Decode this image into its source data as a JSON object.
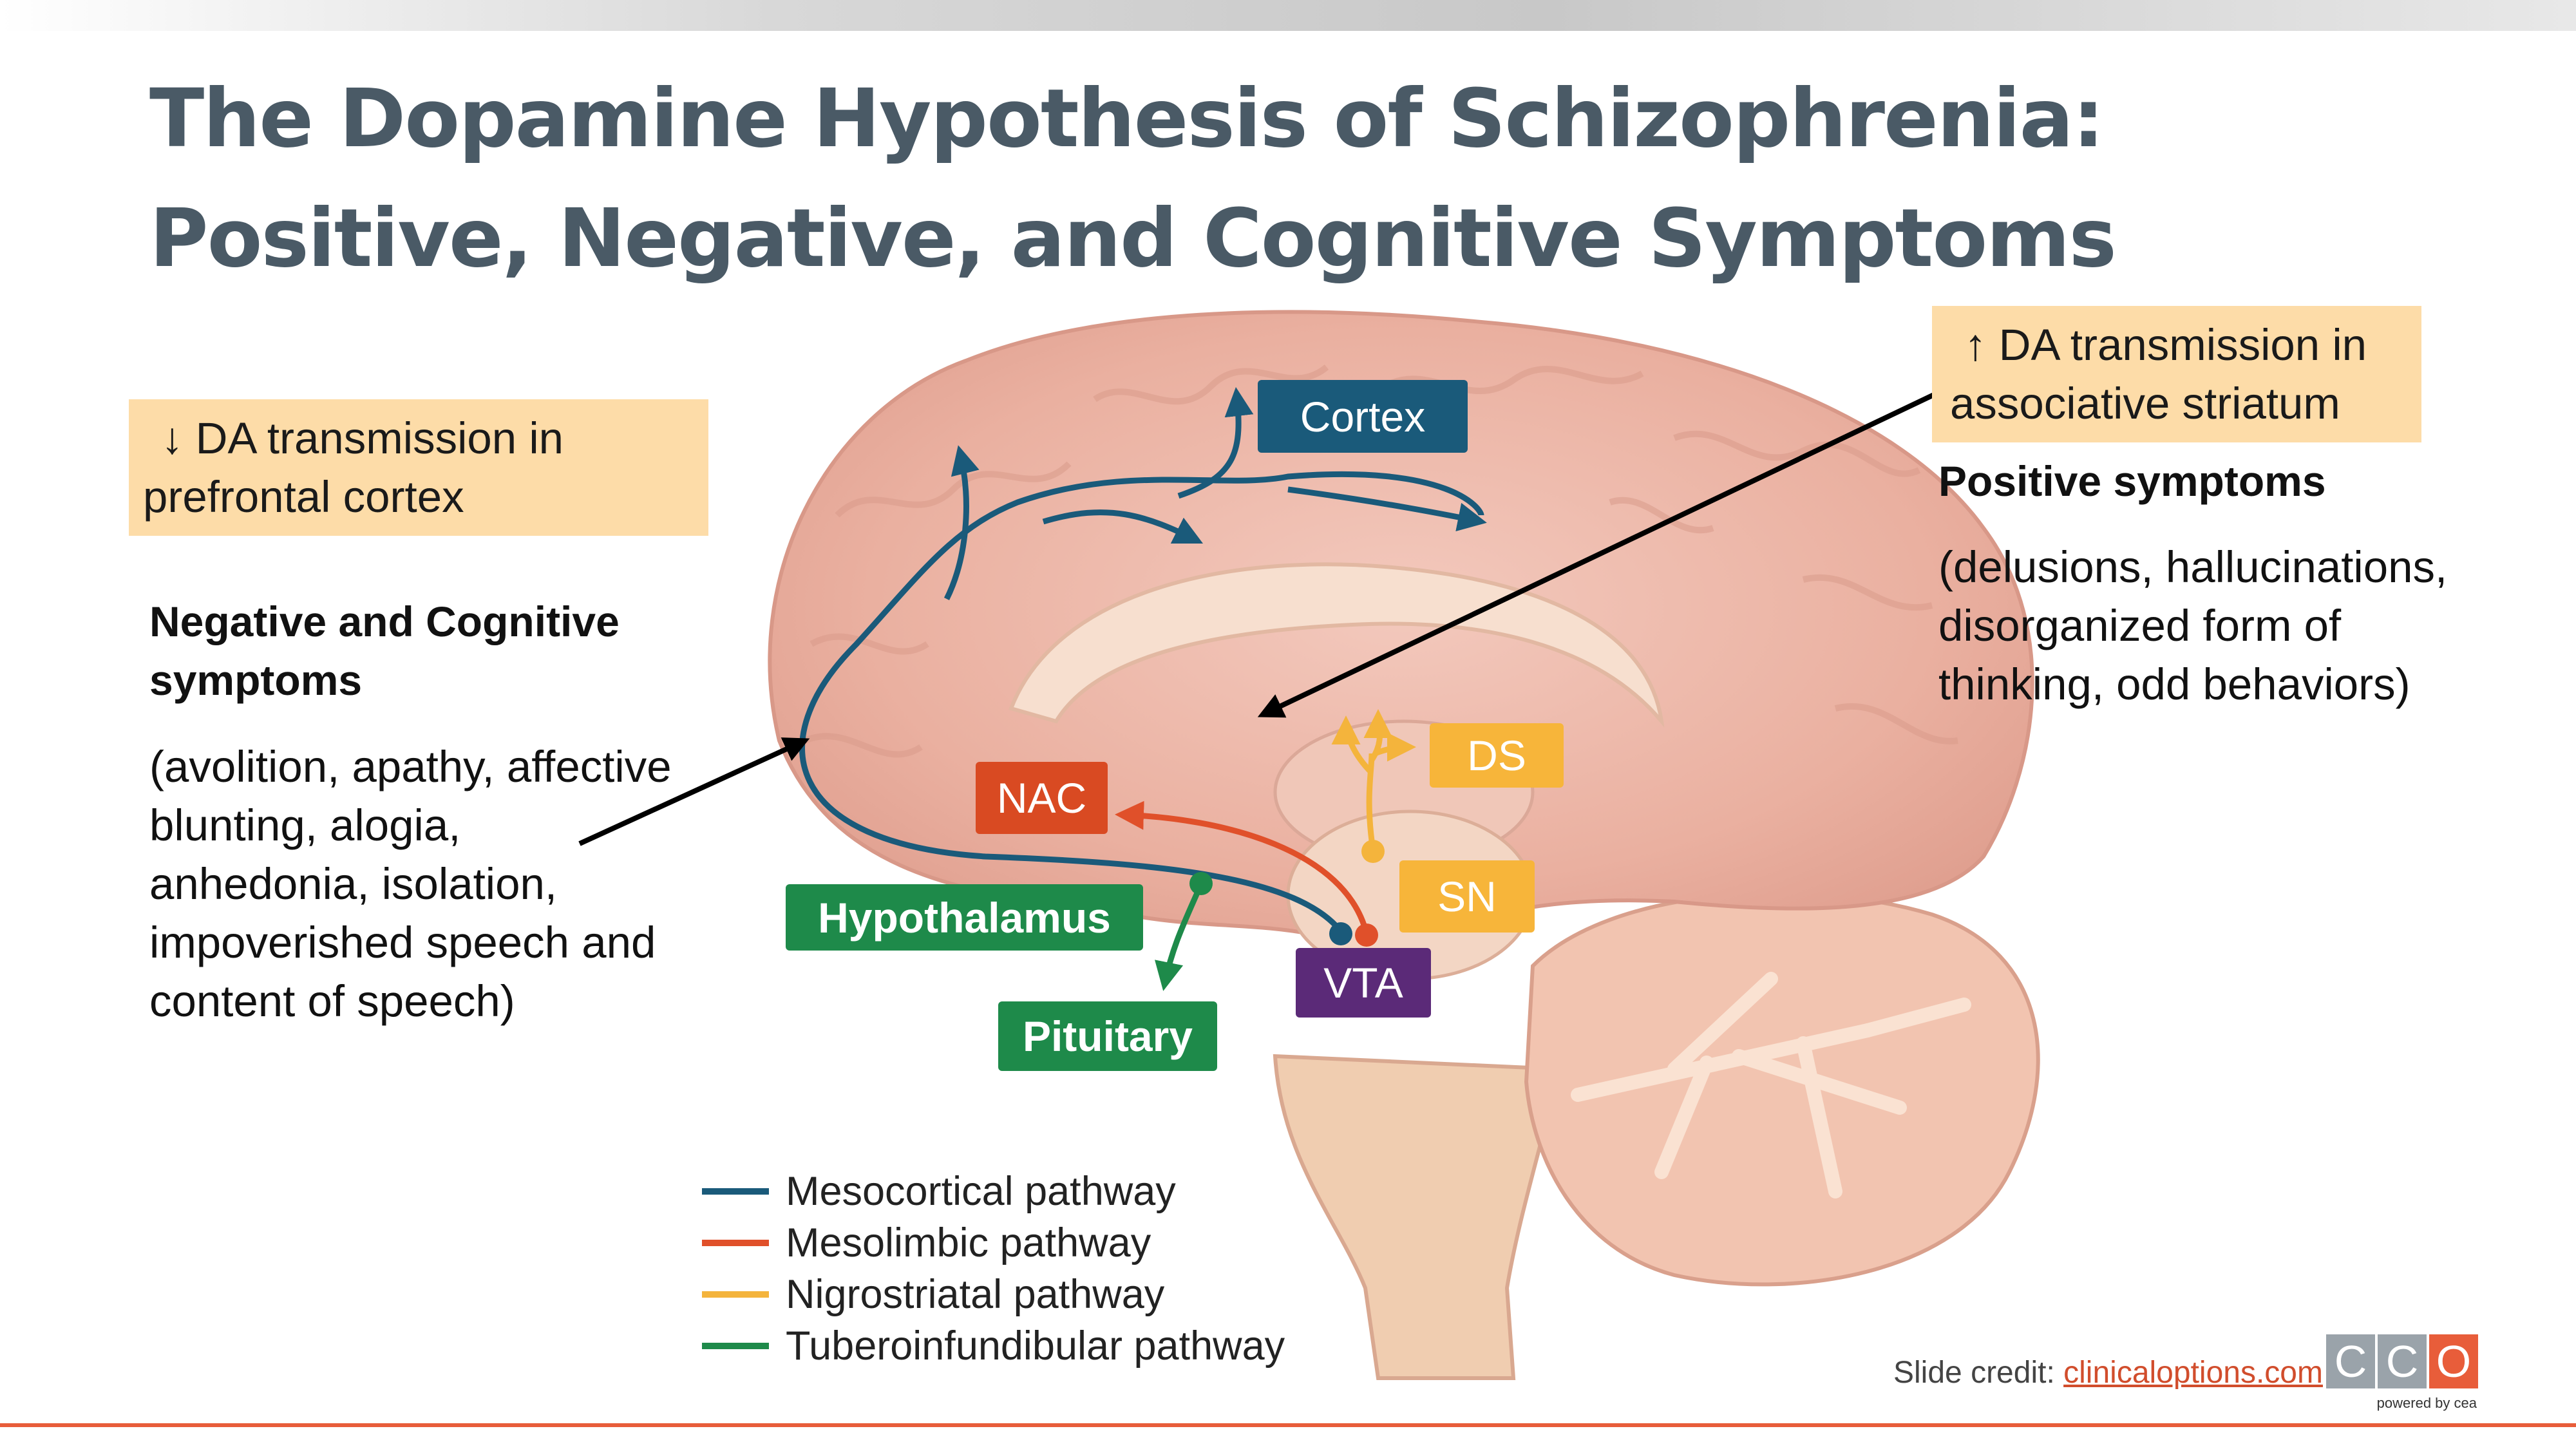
{
  "title": {
    "line1": "The Dopamine Hypothesis of Schizophrenia:",
    "line2": "Positive, Negative, and Cognitive Symptoms"
  },
  "left": {
    "box_line1": "↓ DA transmission in",
    "box_line2": "prefrontal cortex",
    "heading_line1": "Negative and Cognitive",
    "heading_line2": "symptoms",
    "body_lines": [
      "(avolition, apathy, affective",
      "blunting, alogia,",
      "anhedonia, isolation,",
      "impoverished speech and",
      "content of speech)"
    ]
  },
  "right": {
    "box_line1": "↑ DA transmission in",
    "box_line2": "associative striatum",
    "heading": "Positive symptoms",
    "body_lines": [
      "(delusions, hallucinations,",
      "disorganized form of",
      "thinking, odd behaviors)"
    ]
  },
  "labels": {
    "cortex": "Cortex",
    "nac": "NAC",
    "ds": "DS",
    "sn": "SN",
    "vta": "VTA",
    "hypothalamus": "Hypothalamus",
    "pituitary": "Pituitary"
  },
  "legend": [
    {
      "label": "Mesocortical pathway",
      "color": "#1a5a7a"
    },
    {
      "label": "Mesolimbic pathway",
      "color": "#e0502a"
    },
    {
      "label": "Nigrostriatal pathway",
      "color": "#f4b43c"
    },
    {
      "label": "Tuberoinfundibular pathway",
      "color": "#1e8a4a"
    }
  ],
  "colors": {
    "mesocortical": "#1a5a7a",
    "mesolimbic": "#e0502a",
    "nigrostriatal": "#f4b43c",
    "tuberoinfundibular": "#1e8a4a",
    "vta": "#5b2a78",
    "box_fill": "#fddca8",
    "title": "#4a5a66"
  },
  "credit": {
    "prefix": "Slide credit: ",
    "link": "clinicaloptions.com"
  },
  "logo": {
    "letters": [
      "C",
      "C",
      "O"
    ],
    "tagline": "powered by cea"
  }
}
